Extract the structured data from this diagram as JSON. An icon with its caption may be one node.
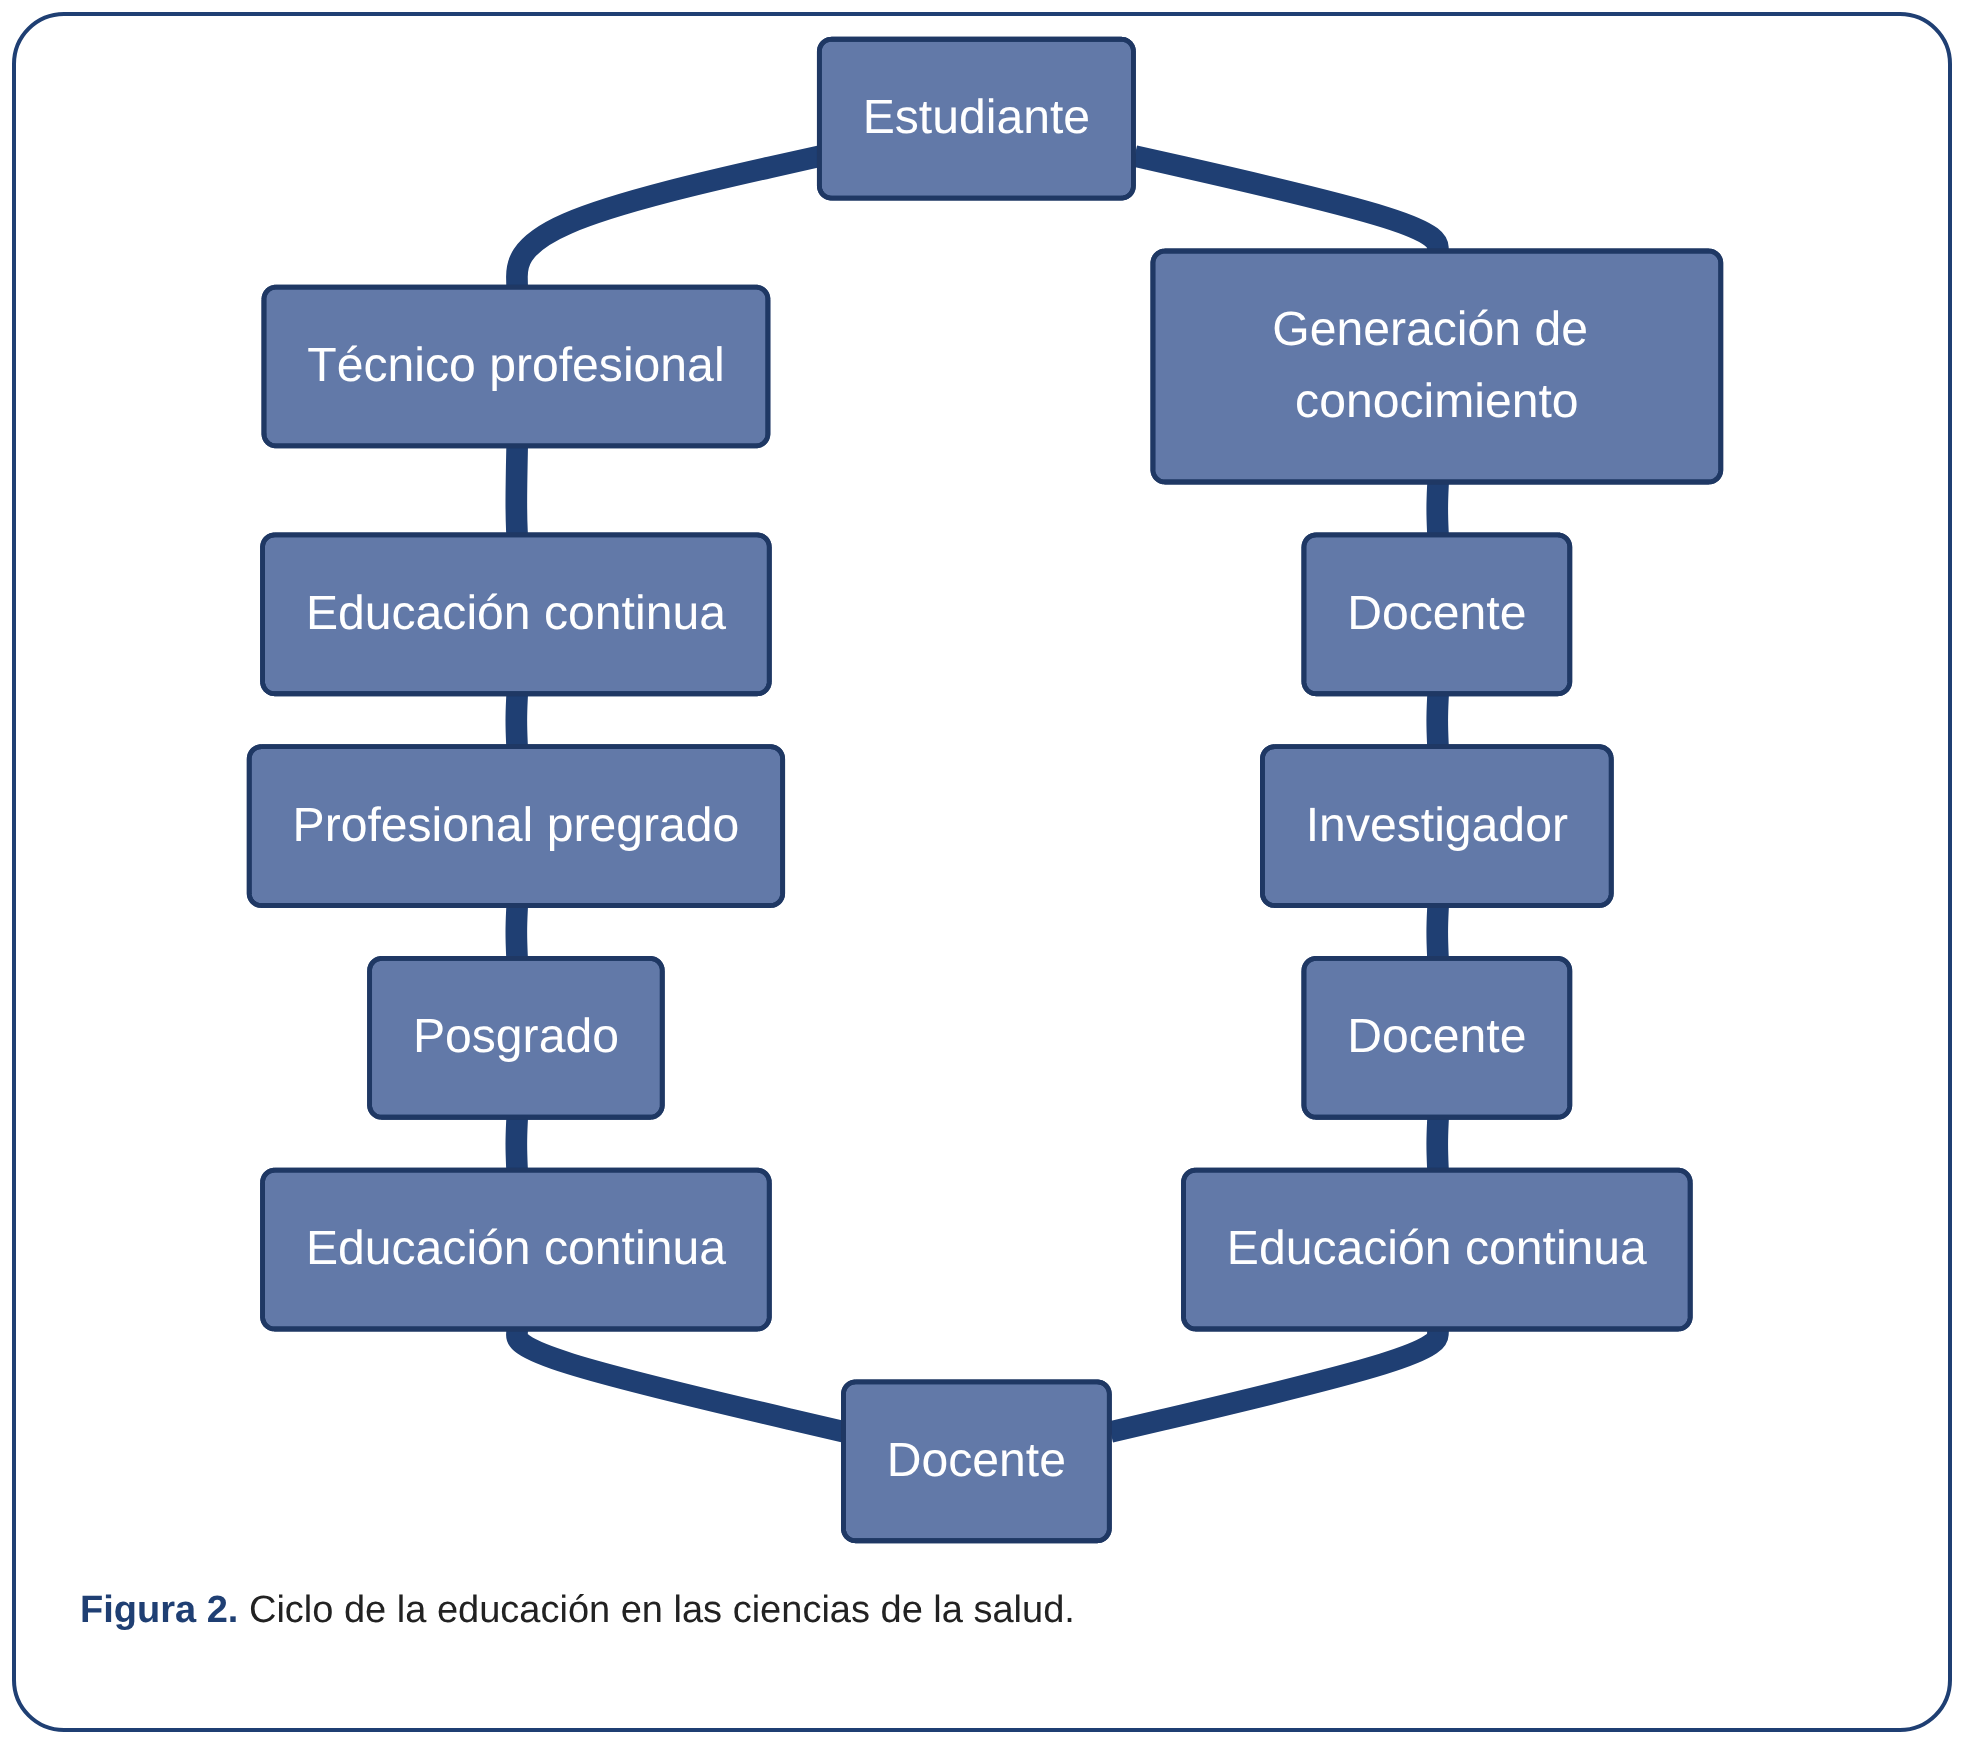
{
  "diagram": {
    "caption": "**Figura 2.** Ciclo de la educación en las ciencias de la salud.",
    "nodes": [
      {
        "text": [
          "Estudiante"
        ]
      },
      {
        "text": [
          "Técnico profesional"
        ]
      },
      {
        "text": [
          "Educación continua"
        ]
      },
      {
        "text": [
          "Profesional pregrado"
        ]
      },
      {
        "text": [
          "Posgrado"
        ]
      },
      {
        "text": [
          "Educación continua"
        ]
      },
      {
        "text": [
          "Docente"
        ]
      },
      {
        "text": [
          "Educación continua"
        ]
      },
      {
        "text": [
          "Docente"
        ]
      },
      {
        "text": [
          "Investigador"
        ]
      },
      {
        "text": [
          "Docente"
        ]
      },
      {
        "text": [
          "Generación de conocimiento"
        ]
      }
    ],
    "edges": [
      {
        "from": 0,
        "to": 1,
        "arrow": "none"
      },
      {
        "from": 1,
        "to": 2,
        "arrow": "none"
      },
      {
        "from": 2,
        "to": 3,
        "arrow": "none"
      },
      {
        "from": 3,
        "to": 4,
        "arrow": "none"
      },
      {
        "from": 4,
        "to": 5,
        "arrow": "none"
      },
      {
        "from": 5,
        "to": 6,
        "arrow": "none"
      },
      {
        "from": 6,
        "to": 7,
        "arrow": "none"
      },
      {
        "from": 7,
        "to": 8,
        "arrow": "none"
      },
      {
        "from": 8,
        "to": 9,
        "arrow": "none"
      },
      {
        "from": 9,
        "to": 10,
        "arrow": "none"
      },
      {
        "from": 10,
        "to": 11,
        "arrow": "none"
      },
      {
        "from": 11,
        "to": 0,
        "arrow": "none"
      }
    ]
  }
}
